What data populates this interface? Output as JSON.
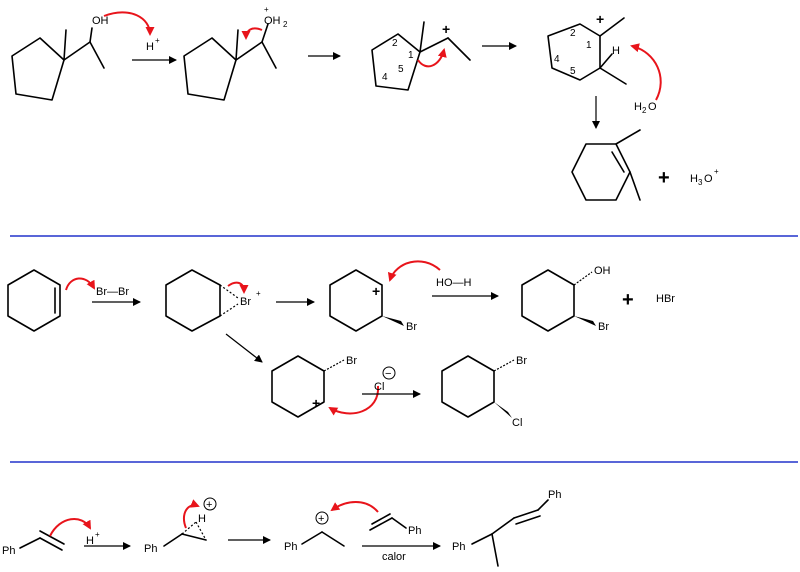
{
  "colors": {
    "separator": "#2233cc",
    "curly_arrow": "#e8141b",
    "ink": "#000000"
  },
  "section1": {
    "oh": "OH",
    "h": "H",
    "plus": "+",
    "oh2_o": "OH",
    "oh2_sub": "2",
    "n1": "1",
    "n2": "2",
    "n4": "4",
    "n5": "5",
    "h_shift": "H",
    "h2o_h": "H",
    "h2o_sub": "2",
    "h2o_o": "O",
    "sum_plus": "+",
    "h3o_h": "H",
    "h3o_sub": "3",
    "h3o_o": "O"
  },
  "section2": {
    "br_br": "Br—Br",
    "br": "Br",
    "plus": "+",
    "oh_h": "HO—H",
    "oh": "OH",
    "sum_plus": "+",
    "hbr": "HBr",
    "cl": "Cl",
    "minus": "−"
  },
  "section3": {
    "ph": "Ph",
    "h": "H",
    "plus": "+",
    "condition": "calor"
  }
}
